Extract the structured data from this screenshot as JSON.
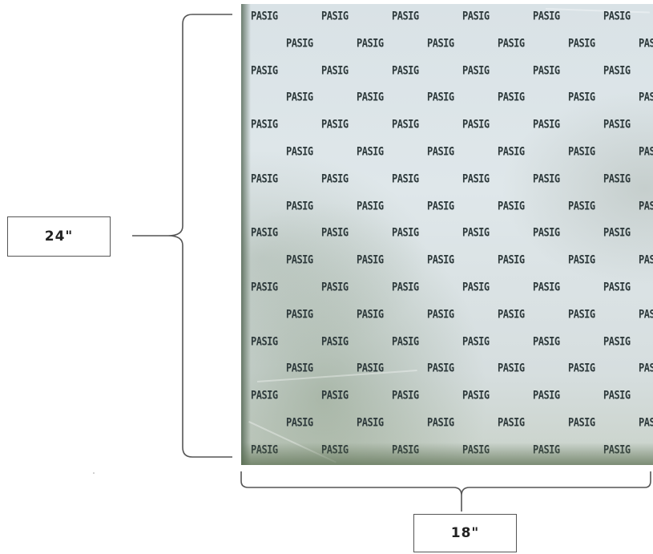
{
  "dimensions": {
    "height": "24\"",
    "width": "18\""
  },
  "sheet": {
    "brand_logo": "PASIG"
  }
}
